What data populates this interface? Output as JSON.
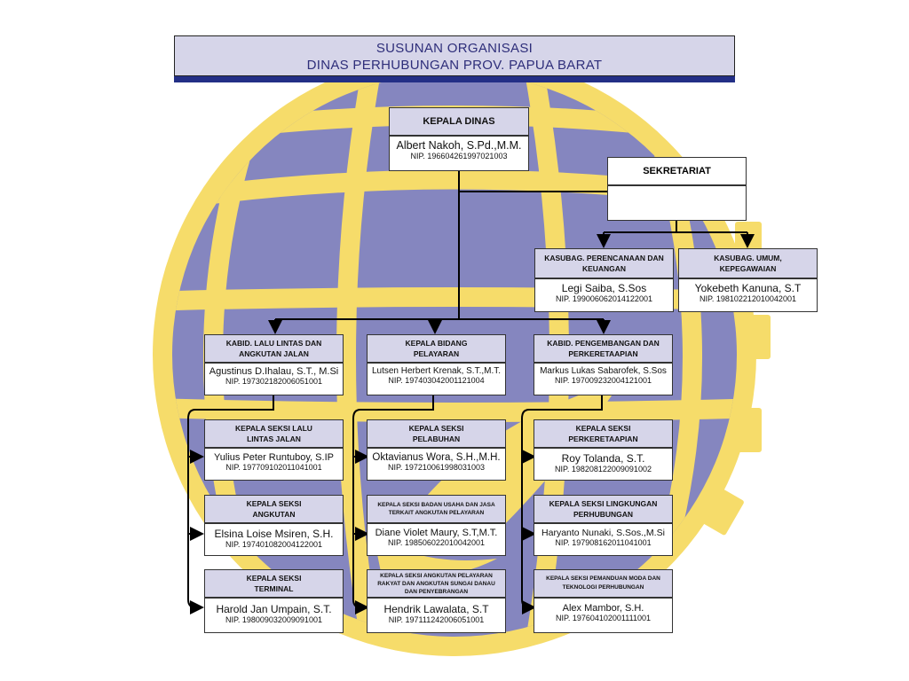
{
  "title": {
    "line1": "SUSUNAN ORGANISASI",
    "line2": "DINAS PERHUBUNGAN PROV. PAPUA BARAT"
  },
  "kepala_dinas": {
    "title": "KEPALA DINAS",
    "name": "Albert Nakoh, S.Pd.,M.M.",
    "nip": "NIP. 196604261997021003"
  },
  "sekretariat": {
    "title": "SEKRETARIAT",
    "name": "",
    "nip": ""
  },
  "kasubag": [
    {
      "title": "KASUBAG. PERENCANAAN DAN KEUANGAN",
      "name": "Legi Saiba, S.Sos",
      "nip": "NIP. 199006062014122001"
    },
    {
      "title": "KASUBAG. UMUM, KEPEGAWAIAN",
      "name": "Yokebeth Kanuna, S.T",
      "nip": "NIP. 198102212010042001"
    }
  ],
  "bidang": [
    {
      "title": "KABID. LALU LINTAS DAN ANGKUTAN JALAN",
      "name": "Agustinus D.Ihalau, S.T., M.Si",
      "nip": "NIP. 197302182006051001"
    },
    {
      "title": "KEPALA BIDANG PELAYARAN",
      "name": "Lutsen Herbert Krenak, S.T.,M.T.",
      "nip": "NIP. 197403042001121004"
    },
    {
      "title": "KABID. PENGEMBANGAN DAN PERKERETAAPIAN",
      "name": "Markus Lukas Sabarofek, S.Sos",
      "nip": "NIP. 197009232004121001"
    }
  ],
  "seksi": [
    [
      {
        "title": "KEPALA SEKSI LALU LINTAS JALAN",
        "name": "Yulius Peter Runtuboy, S.IP",
        "nip": "NIP. 197709102011041001"
      },
      {
        "title": "KEPALA SEKSI ANGKUTAN",
        "name": "Elsina Loise Msiren, S.H.",
        "nip": "NIP. 197401082004122001"
      },
      {
        "title": "KEPALA SEKSI TERMINAL",
        "name": "Harold Jan Umpain, S.T.",
        "nip": "NIP. 198009032009091001"
      }
    ],
    [
      {
        "title": "KEPALA SEKSI PELABUHAN",
        "name": "Oktavianus Wora, S.H.,M.H.",
        "nip": "NIP. 197210061998031003"
      },
      {
        "title": "KEPALA SEKSI BADAN USAHA DAN JASA TERKAIT ANGKUTAN PELAYARAN",
        "name": "Diane Violet Maury, S.T,M.T.",
        "nip": "NIP. 198506022010042001"
      },
      {
        "title": "KEPALA SEKSI ANGKUTAN PELAYARAN RAKYAT DAN ANGKUTAN SUNGAI DANAU DAN PENYEBRANGAN",
        "name": "Hendrik Lawalata, S.T",
        "nip": "NIP. 197111242006051001"
      }
    ],
    [
      {
        "title": "KEPALA SEKSI PERKERETAAPIAN",
        "name": "Roy Tolanda, S.T.",
        "nip": "NIP. 198208122009091002"
      },
      {
        "title": "KEPALA SEKSI LINGKUNGAN PERHUBUNGAN",
        "name": "Haryanto Nunaki, S.Sos.,M.Si",
        "nip": "NIP. 197908162011041001"
      },
      {
        "title": "KEPALA SEKSI PEMANDUAN MODA DAN TEKNOLOGI PERHUBUNGAN",
        "name": "Alex Mambor, S.H.",
        "nip": "NIP. 197604102001111001"
      }
    ]
  ],
  "colors": {
    "globe": "#8586bf",
    "ring": "#f6dc6a",
    "header_fill": "#d6d5e9",
    "title_bar": "#232f86",
    "title_text": "#2e2e7a"
  }
}
